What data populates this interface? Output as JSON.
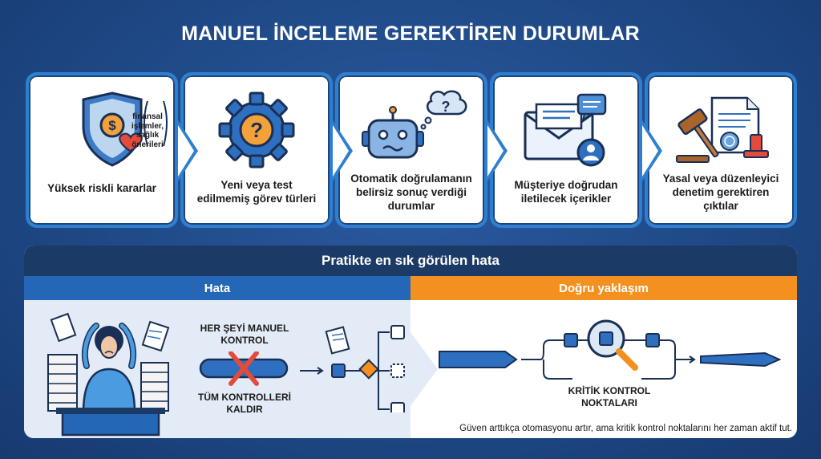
{
  "title": "MANUEL İNCELEME GEREKTİREN DURUMLAR",
  "cards": [
    {
      "label": "Yüksek riskli kararlar",
      "icon": "shield-dollar-heart-icon",
      "note": [
        "finansal",
        "işlemler,",
        "sağlık",
        "önerileri"
      ]
    },
    {
      "label": "Yeni veya test edilmemiş görev türleri",
      "icon": "gear-question-icon"
    },
    {
      "label": "Otomatik doğrulamanın belirsiz sonuç verdiği durumlar",
      "icon": "confused-robot-icon"
    },
    {
      "label": "Müşteriye doğrudan iletilecek içerikler",
      "icon": "envelope-user-icon"
    },
    {
      "label": "Yasal veya düzenleyici denetim gerektiren çıktılar",
      "icon": "gavel-document-icon"
    }
  ],
  "mistake": {
    "header": "Pratikte en sık görülen hata",
    "left_title": "Hata",
    "right_title": "Doğru yaklaşım",
    "wrong_top": "HER ŞEYİ MANUEL KONTROL",
    "wrong_bottom": "TÜM KONTROLLERİ KALDIR",
    "checkpoints": "KRİTİK KONTROL NOKTALARI",
    "tip": "Güven arttıkça otomasyonu artır, ama kritik kontrol noktalarını her zaman aktif tut."
  },
  "colors": {
    "navy": "#1b3a66",
    "blue": "#2467b6",
    "orange": "#f3901f",
    "card_border": "#2f7fd0"
  }
}
